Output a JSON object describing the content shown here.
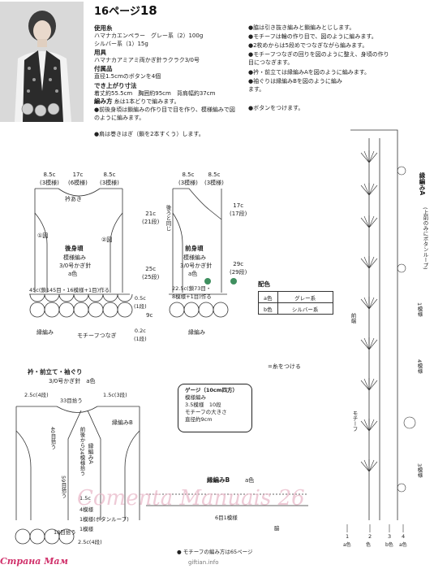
{
  "header": {
    "page_label": "16ページ",
    "pattern_no": "18"
  },
  "materials": {
    "yarn_heading": "使用糸",
    "yarn_line1": "ハマナカエンペラー　グレー系（2）100g",
    "yarn_line2": "シルバー系（1）15g",
    "tool_heading": "用具",
    "tool_line": "ハマナカアミアミ両かぎ針ラクラク3/0号",
    "notions_heading": "付属品",
    "notions_line": "直径1.5cmのボタンを4個",
    "size_heading": "でき上がり寸法",
    "size_line": "着丈約55.5cm　胸囲約95cm　背肩幅約37cm",
    "method_heading": "編み方",
    "method_text": "糸は1本どりで編みます。",
    "steps": [
      "●前後身頃は鎖編みの作り目で目を作り、模様編みで図のように編みます。",
      "●肩は巻きはぎ（鎖を2本すくう）します。"
    ],
    "steps_right": [
      "●脇は引き抜き編みと鎖編みとじします。",
      "●モチーフは輪の作り目で、図のように編みます。",
      "●2枚めからは5段めでつなぎながら編みます。",
      "●モチーフつなぎの回りを図のように整え、身頃の作り目につなぎます。",
      "●衿・前立ては縁編みAを図のように編みます。",
      "●袖ぐりは縁編みBを図のように編みます。",
      "●ボタンをつけます。"
    ]
  },
  "back_body": {
    "top_left": "8.5c",
    "top_left_sub": "(3模様)",
    "top_mid": "17c",
    "top_mid_sub": "(6模様)",
    "top_right": "8.5c",
    "top_right_sub": "(3模様)",
    "neck": "衿あき",
    "armhole_left": "①図",
    "armhole_right": "②図",
    "title": "後身頃",
    "pattern": "模様編み",
    "hook": "3/0号かぎ針",
    "color": "a色",
    "side_h1": "21c",
    "side_h1_sub": "(21段)",
    "side_h2": "25c",
    "side_h2_sub": "(25段)",
    "bottom": "45c(鎖145目・16模様+1目)作る",
    "edge1": "0.5c",
    "edge1_sub": "(1段)",
    "band": "9c",
    "edge2": "0.2c",
    "edge2_sub": "(1段)",
    "edging_label": "縁編み",
    "motif_label": "モチーフつなぎ"
  },
  "front_body": {
    "top_left": "8.5c",
    "top_left_sub": "(3模様)",
    "top_right": "8.5c",
    "top_right_sub": "(3模様)",
    "shoulder_note": "後ろと同じ",
    "neck_h": "17c",
    "neck_h_sub": "(17段)",
    "title": "前身頃",
    "pattern": "模様編み",
    "hook": "3/0号かぎ針",
    "color": "a色",
    "side_h": "29c",
    "side_h_sub": "(29段)",
    "bottom": "22.5c(鎖73目・",
    "bottom2": "8模様+1目)作る",
    "edging_label": "縁編み"
  },
  "colors_table": {
    "heading": "配色",
    "rows": [
      {
        "key": "a色",
        "value": "グレー系"
      },
      {
        "key": "b色",
        "value": "シルバー系"
      }
    ]
  },
  "collar": {
    "heading": "衿・前立て・袖ぐり",
    "hook": "3/0号かぎ針　a色",
    "top_left": "2.5c(4段)",
    "top_mid": "33目拾う",
    "top_right": "1.5c(3段)",
    "edging_b": "縁編みB",
    "side_pick": "40目拾う",
    "side_pick2": "前後から24模様拾う",
    "edging_a": "縁編みA",
    "pick59": "59目拾う",
    "button_note": "1.5c",
    "m4": "4模様",
    "m1": "1模様(ボタンループ)",
    "m1b": "1模様",
    "pick18": "18目拾う",
    "bottom_note": "2.5c(4段)"
  },
  "gauge": {
    "heading": "ゲージ（10cm四方）",
    "line1": "模様編み",
    "line2": "3.5模様　10段",
    "line3": "モチーフの大きさ",
    "line4": "直径約9cm"
  },
  "legends": {
    "thread_note": "=糸をつける",
    "edging_b_title": "縁編みB",
    "edging_b_color": "a色",
    "edging_a_title": "縁編みA",
    "edging_a_note": "(上前のみにボタンループ)",
    "edging_a_color": "a色",
    "front_edge": "前端",
    "motif": "モチーフ",
    "pick6": "6目1模様",
    "side": "脇",
    "stitch_1_model": "1模様",
    "stitch_4_model": "4模様",
    "stitch_3_model": "3模様",
    "bottom_nums": [
      "1",
      "2",
      "3",
      "4"
    ],
    "bottom_colors": [
      "a色",
      "色",
      "b色",
      "a色"
    ],
    "footnote": "● モチーフの編み方は65ページ"
  },
  "watermark": {
    "text": "Comenta Manuais 26",
    "site_left": "Страна Мам",
    "site_bottom": "giftian.info"
  }
}
